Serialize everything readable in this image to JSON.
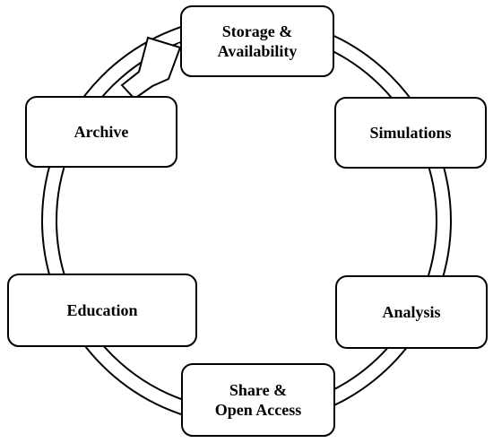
{
  "diagram": {
    "nodes": [
      {
        "id": "storage",
        "label": "Storage &\nAvailability"
      },
      {
        "id": "simulations",
        "label": "Simulations"
      },
      {
        "id": "analysis",
        "label": "Analysis"
      },
      {
        "id": "share",
        "label": "Share &\nOpen Access"
      },
      {
        "id": "education",
        "label": "Education"
      },
      {
        "id": "archive",
        "label": "Archive"
      }
    ],
    "edges": [
      {
        "from": "storage",
        "to": "simulations"
      },
      {
        "from": "simulations",
        "to": "analysis"
      },
      {
        "from": "analysis",
        "to": "share"
      },
      {
        "from": "share",
        "to": "education"
      },
      {
        "from": "education",
        "to": "archive"
      },
      {
        "from": "archive",
        "to": "storage"
      }
    ],
    "colors": {
      "stroke": "#000000",
      "fill": "#ffffff"
    }
  }
}
